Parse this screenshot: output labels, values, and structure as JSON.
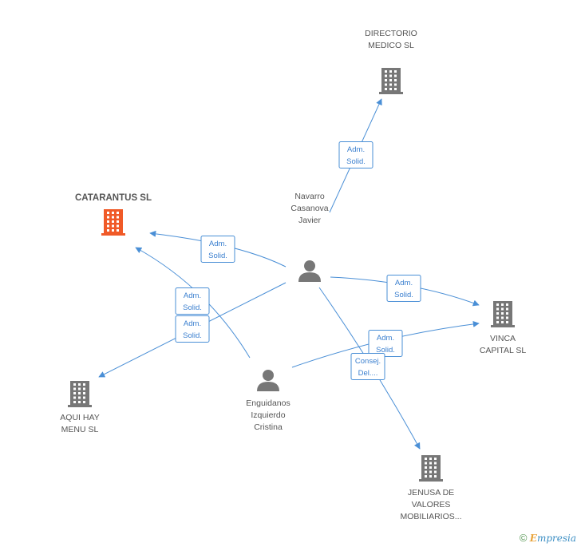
{
  "colors": {
    "edge": "#4a8fd6",
    "building": "#777777",
    "building_main": "#f05a28",
    "person": "#777777",
    "label_text": "#3a7fcf"
  },
  "nodes": {
    "catarantus": {
      "label": [
        "CATARANTUS SL"
      ],
      "icon": "building-icon",
      "main": true
    },
    "directorio": {
      "label": [
        "DIRECTORIO",
        "MEDICO SL"
      ],
      "icon": "building-icon"
    },
    "vinca": {
      "label": [
        "VINCA",
        "CAPITAL SL"
      ],
      "icon": "building-icon"
    },
    "aquihay": {
      "label": [
        "AQUI HAY",
        "MENU SL"
      ],
      "icon": "building-icon"
    },
    "jenusa": {
      "label": [
        "JENUSA DE",
        "VALORES",
        "MOBILIARIOS..."
      ],
      "icon": "building-icon"
    },
    "navarro": {
      "label": [
        "Navarro",
        "Casanova",
        "Javier"
      ],
      "icon": "person-icon"
    },
    "enguidanos": {
      "label": [
        "Enguidanos",
        "Izquierdo",
        "Cristina"
      ],
      "icon": "person-icon"
    }
  },
  "edge_labels": {
    "navarro_directorio": [
      "Adm.",
      "Solid."
    ],
    "navarro_catarantus": [
      "Adm.",
      "Solid."
    ],
    "enguidanos_catarantus": [
      "Adm.",
      "Solid."
    ],
    "navarro_aquihay": [
      "Adm.",
      "Solid."
    ],
    "navarro_vinca": [
      "Adm.",
      "Solid."
    ],
    "enguidanos_vinca": [
      "Adm.",
      "Solid."
    ],
    "navarro_jenusa": [
      "Consej.",
      "Del...."
    ]
  },
  "footer": {
    "copyright": "©",
    "brand_initial": "E",
    "brand_rest": "mpresia"
  }
}
